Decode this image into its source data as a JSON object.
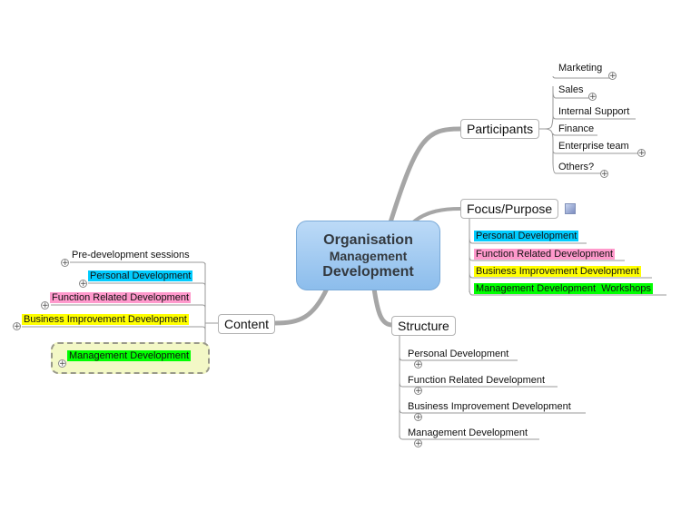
{
  "central": {
    "line1": "Organisation",
    "line2": "Management",
    "line3": "Development"
  },
  "participants": {
    "label": "Participants",
    "items": [
      {
        "label": "Marketing",
        "expandable": true
      },
      {
        "label": "Sales",
        "expandable": true
      },
      {
        "label": "Internal Support",
        "expandable": false
      },
      {
        "label": "Finance",
        "expandable": false
      },
      {
        "label": "Enterprise team",
        "expandable": true
      },
      {
        "label": "Others?",
        "expandable": true
      }
    ]
  },
  "focus": {
    "label": "Focus/Purpose",
    "note_icon": "note-icon",
    "items": [
      {
        "label": "Personal Development",
        "color": "#00ccff"
      },
      {
        "label": "Function Related Development",
        "color": "#ff99cc"
      },
      {
        "label": "Business Improvement Development",
        "color": "#ffff00"
      },
      {
        "label": "Management Development  Workshops",
        "color": "#00ff00"
      }
    ]
  },
  "structure": {
    "label": "Structure",
    "items": [
      {
        "label": "Personal Development",
        "expandable": true
      },
      {
        "label": "Function Related Development",
        "expandable": true
      },
      {
        "label": "Business Improvement Development",
        "expandable": true
      },
      {
        "label": "Management Development",
        "expandable": true
      }
    ]
  },
  "content": {
    "label": "Content",
    "items": [
      {
        "label": "Pre-development sessions",
        "color": "",
        "expandable": true
      },
      {
        "label": "Personal Development",
        "color": "#00ccff",
        "expandable": true
      },
      {
        "label": "Function Related Development",
        "color": "#ff99cc",
        "expandable": true
      },
      {
        "label": "Business Improvement Development",
        "color": "#ffff00",
        "expandable": true
      },
      {
        "label": "Management Development",
        "color": "#00ff00",
        "expandable": true,
        "selected": true
      }
    ]
  },
  "colors": {
    "branch": "#a6a6a6",
    "line": "#9a9a9a",
    "central_fill": "#a8cdf2"
  }
}
